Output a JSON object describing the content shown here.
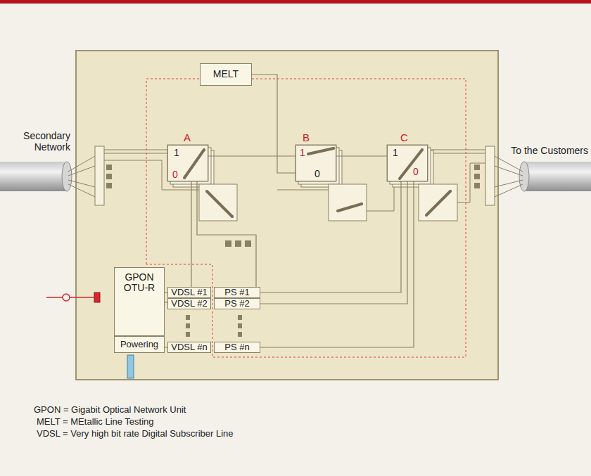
{
  "diagram": {
    "nodes": [
      {
        "text": [
          "MELT"
        ]
      },
      {
        "text": [
          "A",
          "1",
          "0"
        ]
      },
      {
        "text": [
          "B",
          "1",
          "0"
        ]
      },
      {
        "text": [
          "C",
          "1",
          "0"
        ]
      },
      {
        "text": [
          "GPON OTU-R"
        ]
      },
      {
        "text": [
          "Powering"
        ]
      },
      {
        "text": [
          "VDSL #1"
        ]
      },
      {
        "text": [
          "VDSL #2"
        ]
      },
      {
        "text": [
          "VDSL #n"
        ]
      },
      {
        "text": [
          "PS #1"
        ]
      },
      {
        "text": [
          "PS #2"
        ]
      },
      {
        "text": [
          "PS #n"
        ]
      }
    ],
    "edges": [
      {
        "from": 1,
        "to": 2,
        "arrow": "none"
      },
      {
        "from": 2,
        "to": 3,
        "arrow": "none"
      },
      {
        "from": 0,
        "to": 2,
        "arrow": "none"
      },
      {
        "from": 1,
        "to": 6,
        "arrow": "none"
      },
      {
        "from": 1,
        "to": 9,
        "arrow": "none"
      },
      {
        "from": 9,
        "to": 3,
        "arrow": "none"
      },
      {
        "from": 10,
        "to": 3,
        "arrow": "none"
      },
      {
        "from": 11,
        "to": 3,
        "arrow": "none"
      }
    ],
    "labels": [
      "Secondary Network",
      "To the Customers",
      "GPON = Gigabit Optical Network Unit",
      "MELT = MEtallic Line Testing",
      "VDSL = Very high bit rate Digital Subscriber Line"
    ]
  }
}
